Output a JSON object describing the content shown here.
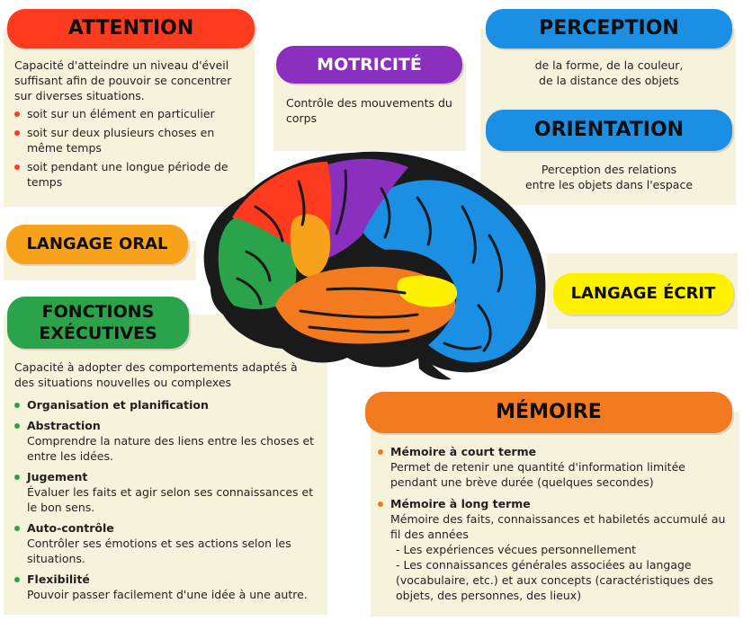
{
  "colors": {
    "attention": "#ff3b1f",
    "motricite": "#8b2fbe",
    "perception": "#1a8fe3",
    "orientation": "#1a8fe3",
    "langage_oral": "#f7a21a",
    "langage_ecrit": "#fff200",
    "fonctions": "#2ba34a",
    "memoire": "#f47a20",
    "panel_bg": "#f7f2dc"
  },
  "attention": {
    "title": "ATTENTION",
    "desc": "Capacité d'atteindre un niveau d'éveil suffisant afin de pouvoir se concentrer sur diverses situations.",
    "bullets": [
      "soit sur un élément en particulier",
      "soit sur deux plusieurs choses en même temps",
      "soit pendant une longue période de temps"
    ]
  },
  "motricite": {
    "title": "MOTRICITÉ",
    "desc": "Contrôle des mouvements du corps"
  },
  "perception": {
    "title": "PERCEPTION",
    "desc_line1": "de la forme, de la couleur,",
    "desc_line2": "de la distance des objets"
  },
  "orientation": {
    "title": "ORIENTATION",
    "desc_line1": "Perception des relations",
    "desc_line2": "entre les objets dans l'espace"
  },
  "langage_oral": {
    "title": "LANGAGE ORAL"
  },
  "langage_ecrit": {
    "title": "LANGAGE ÉCRIT"
  },
  "fonctions": {
    "title_line1": "FONCTIONS",
    "title_line2": "EXÉCUTIVES",
    "desc": "Capacité à adopter des comportements adaptés à des situations nouvelles ou complexes",
    "items": [
      {
        "label": "Organisation et planification",
        "desc": ""
      },
      {
        "label": "Abstraction",
        "desc": "Comprendre la nature des liens entre les choses et entre les idées."
      },
      {
        "label": "Jugement",
        "desc": "Évaluer les faits et agir selon ses connaissances et le bon sens."
      },
      {
        "label": "Auto-contrôle",
        "desc": "Contrôler ses émotions et ses actions selon les situations."
      },
      {
        "label": "Flexibilité",
        "desc": "Pouvoir passer facilement d'une idée à une autre."
      }
    ]
  },
  "memoire": {
    "title": "MÉMOIRE",
    "items": [
      {
        "label": "Mémoire à court terme",
        "desc": "Permet de retenir une quantité d'information limitée pendant une brève durée (quelques secondes)"
      },
      {
        "label": "Mémoire à long terme",
        "desc": "Mémoire des faits, connaissances et habiletés accumulé au fil des années"
      }
    ],
    "sub1": "- Les expériences vécues personnellement",
    "sub2": "- Les connaissances générales associées au langage (vocabulaire, etc.) et aux concepts (caractéristiques des objets, des personnes, des lieux)"
  }
}
